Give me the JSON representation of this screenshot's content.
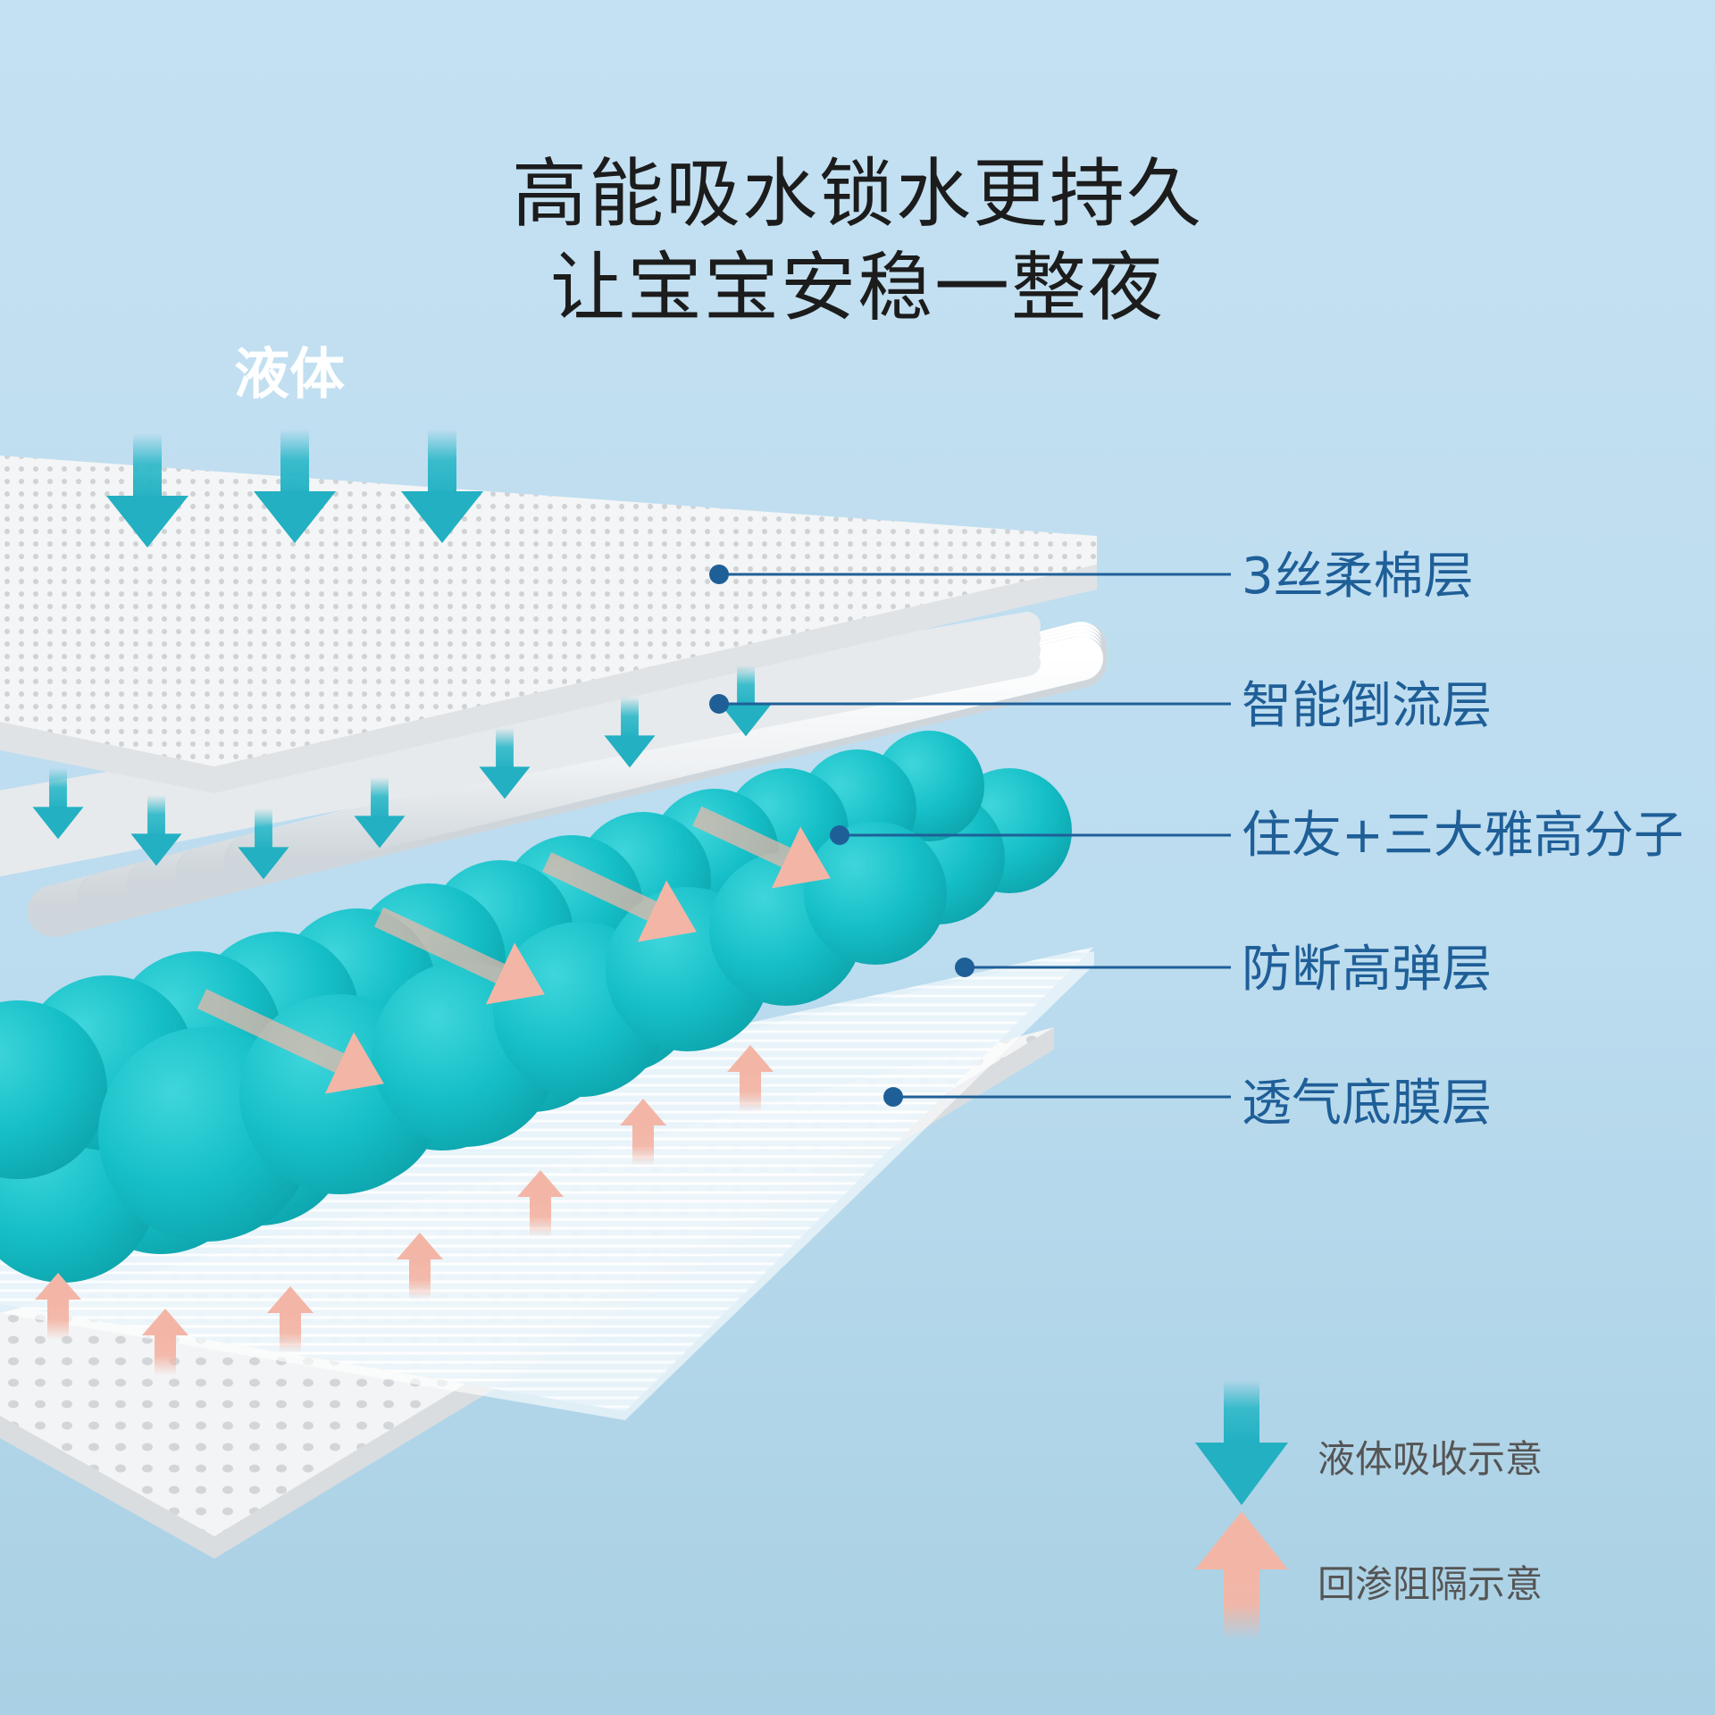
{
  "headline": {
    "line1": "高能吸水锁水更持久",
    "line2": "让宝宝安稳一整夜"
  },
  "liquid_label": "液体",
  "layers": [
    {
      "label": "3丝柔棉层"
    },
    {
      "label": "智能倒流层"
    },
    {
      "label": "住友+三大雅高分子"
    },
    {
      "label": "防断高弹层"
    },
    {
      "label": "透气底膜层"
    }
  ],
  "legend": {
    "absorb": "液体吸收示意",
    "block": "回渗阻隔示意"
  },
  "colors": {
    "background": "#c4e1f2",
    "liquid_arrow": "#2bb8c8",
    "block_arrow": "#f3b6a6",
    "bead": "#18c0c8",
    "label": "#1f5f98",
    "leader_line": "#1f5f98"
  }
}
